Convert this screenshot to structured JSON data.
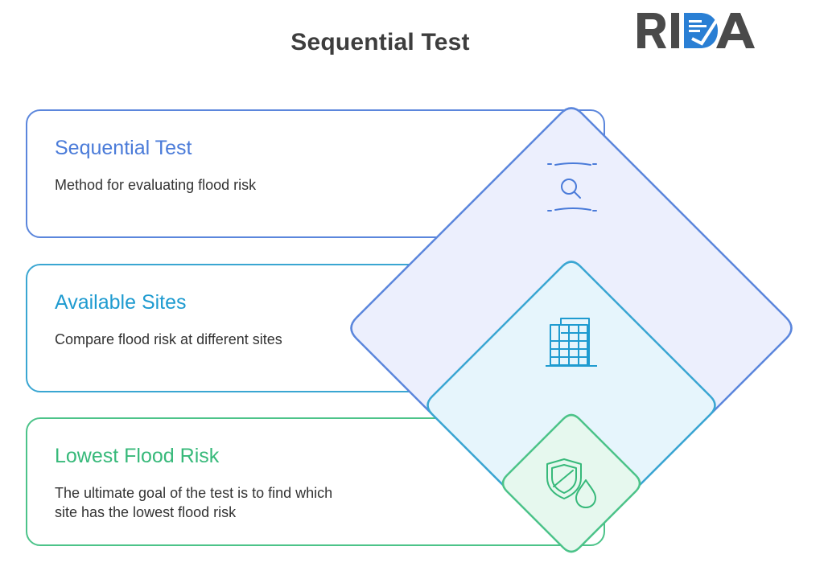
{
  "header": {
    "title": "Sequential Test",
    "logo_text": "RIDA"
  },
  "colors": {
    "blue": "#4a7bd9",
    "cyan": "#1f9bd0",
    "green": "#37b97a",
    "logo_gray": "#4a4a4a",
    "logo_blue": "#2a7fd4"
  },
  "steps": [
    {
      "title": "Sequential Test",
      "description": "Method for evaluating flood risk",
      "icon": "search-icon"
    },
    {
      "title": "Available Sites",
      "description": "Compare flood risk at different sites",
      "icon": "building-icon"
    },
    {
      "title": "Lowest Flood Risk",
      "description": "The ultimate goal of the test is to find which site has the lowest flood risk",
      "icon": "shield-water-icon"
    }
  ]
}
